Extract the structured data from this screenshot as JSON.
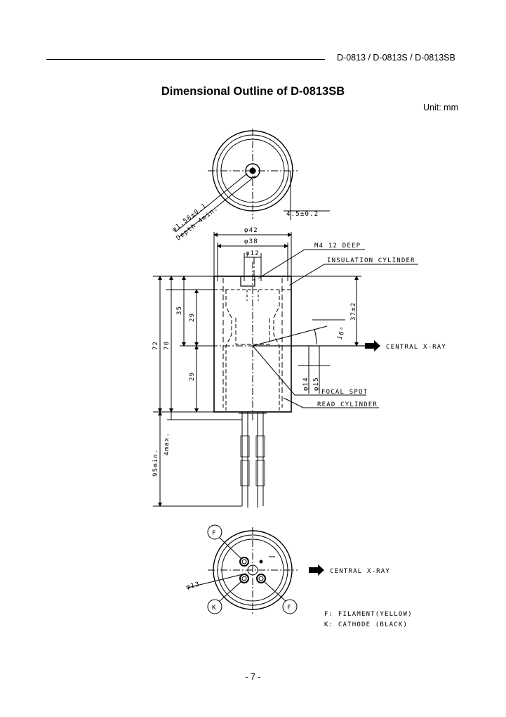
{
  "header": {
    "doc_id": "D-0813 / D-0813S / D-0813SB"
  },
  "title": "Dimensional Outline of D-0813SB",
  "unit": "Unit: mm",
  "drawing": {
    "top_view": {
      "dim_hole": "φ1.56±0.1",
      "dim_depth": "Depth 4min.",
      "dim_offset": "4.5±0.2"
    },
    "side_view": {
      "dim_phi42": "φ42",
      "dim_phi38": "φ38",
      "dim_phi12": "φ12",
      "label_m4": "M4 12 DEEP",
      "label_insulation": "INSULATION CYLINDER",
      "dim_72": "72",
      "dim_70": "70",
      "dim_35": "35",
      "dim_29_top": "29",
      "dim_29_bottom": "29",
      "dim_37": "37±2",
      "dim_angle": "16°",
      "label_central_xray": "CENTRAL X-RAY",
      "dim_phi14": "φ14",
      "dim_phi15": "φ15",
      "label_focal": "FOCAL SPOT",
      "label_read": "READ CYLINDER",
      "dim_95": "95min.",
      "dim_4max": "4max."
    },
    "bottom_view": {
      "pin_f_top": "F",
      "pin_k": "K",
      "pin_f_bottom": "F",
      "dim_phi13": "φ13",
      "label_central_xray": "CENTRAL X-RAY",
      "legend_f": "F: FILAMENT(YELLOW)",
      "legend_k": "K: CATHODE (BLACK)"
    }
  },
  "footer": {
    "page": "- 7 -"
  }
}
